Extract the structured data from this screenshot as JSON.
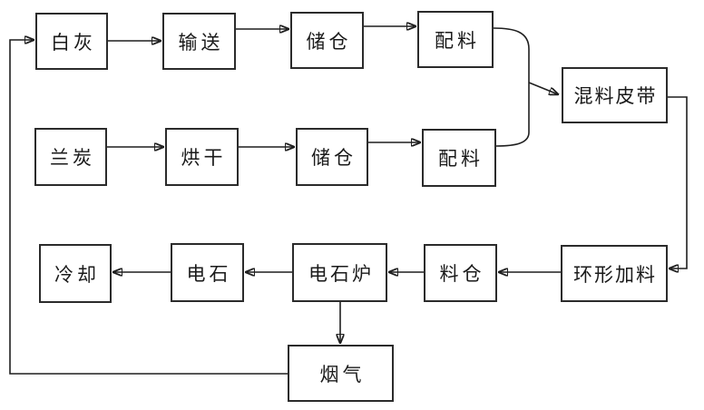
{
  "diagram": {
    "type": "process-flowchart",
    "nodes": {
      "white_lime": "白灰",
      "conveying": "输送",
      "storage_top": "储仓",
      "batching_top": "配料",
      "semi_coke": "兰炭",
      "drying": "烘干",
      "storage_bottom": "储仓",
      "batching_bottom": "配料",
      "mixing_belt": "混料皮带",
      "ring_feeder": "环形加料",
      "material_bin": "料仓",
      "carbide_furnace": "电石炉",
      "calcium_carbide": "电石",
      "cooling": "冷却",
      "flue_gas": "烟气"
    },
    "edges": [
      {
        "from": "white_lime",
        "to": "conveying"
      },
      {
        "from": "conveying",
        "to": "storage_top"
      },
      {
        "from": "storage_top",
        "to": "batching_top"
      },
      {
        "from": "semi_coke",
        "to": "drying"
      },
      {
        "from": "drying",
        "to": "storage_bottom"
      },
      {
        "from": "storage_bottom",
        "to": "batching_bottom"
      },
      {
        "from": "batching_top",
        "to": "mixing_belt"
      },
      {
        "from": "batching_bottom",
        "to": "mixing_belt"
      },
      {
        "from": "mixing_belt",
        "to": "ring_feeder"
      },
      {
        "from": "ring_feeder",
        "to": "material_bin"
      },
      {
        "from": "material_bin",
        "to": "carbide_furnace"
      },
      {
        "from": "carbide_furnace",
        "to": "calcium_carbide"
      },
      {
        "from": "calcium_carbide",
        "to": "cooling"
      },
      {
        "from": "carbide_furnace",
        "to": "flue_gas"
      },
      {
        "from": "flue_gas",
        "to": "white_lime"
      }
    ],
    "colors": {
      "line": "#1f1f1f",
      "box_border": "#2b2b2b",
      "background": "#ffffff",
      "text": "#1a1a1a"
    }
  }
}
